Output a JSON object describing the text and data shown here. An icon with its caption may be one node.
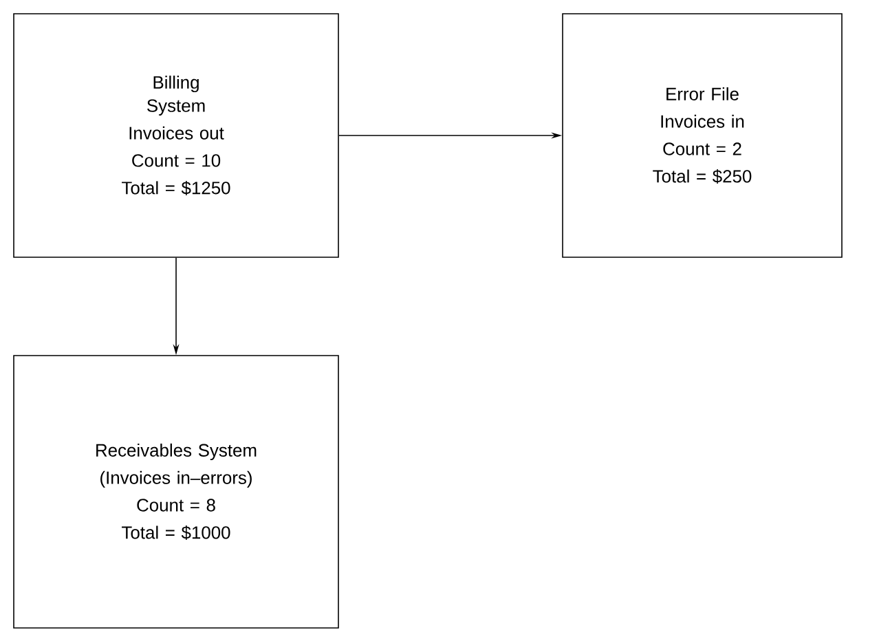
{
  "diagram": {
    "nodes": [
      {
        "text": [
          "Billing System",
          "Invoices out",
          "Count = 10",
          "Total = $1250"
        ]
      },
      {
        "text": [
          "Error File",
          "Invoices in",
          "Count = 2",
          "Total = $250"
        ]
      },
      {
        "text": [
          "Receivables System",
          "(Invoices in–errors)",
          "Count = 8",
          "Total = $1000"
        ]
      }
    ],
    "edges": [
      {
        "from": 0,
        "to": 1,
        "arrow": "to"
      },
      {
        "from": 0,
        "to": 2,
        "arrow": "to"
      }
    ]
  }
}
